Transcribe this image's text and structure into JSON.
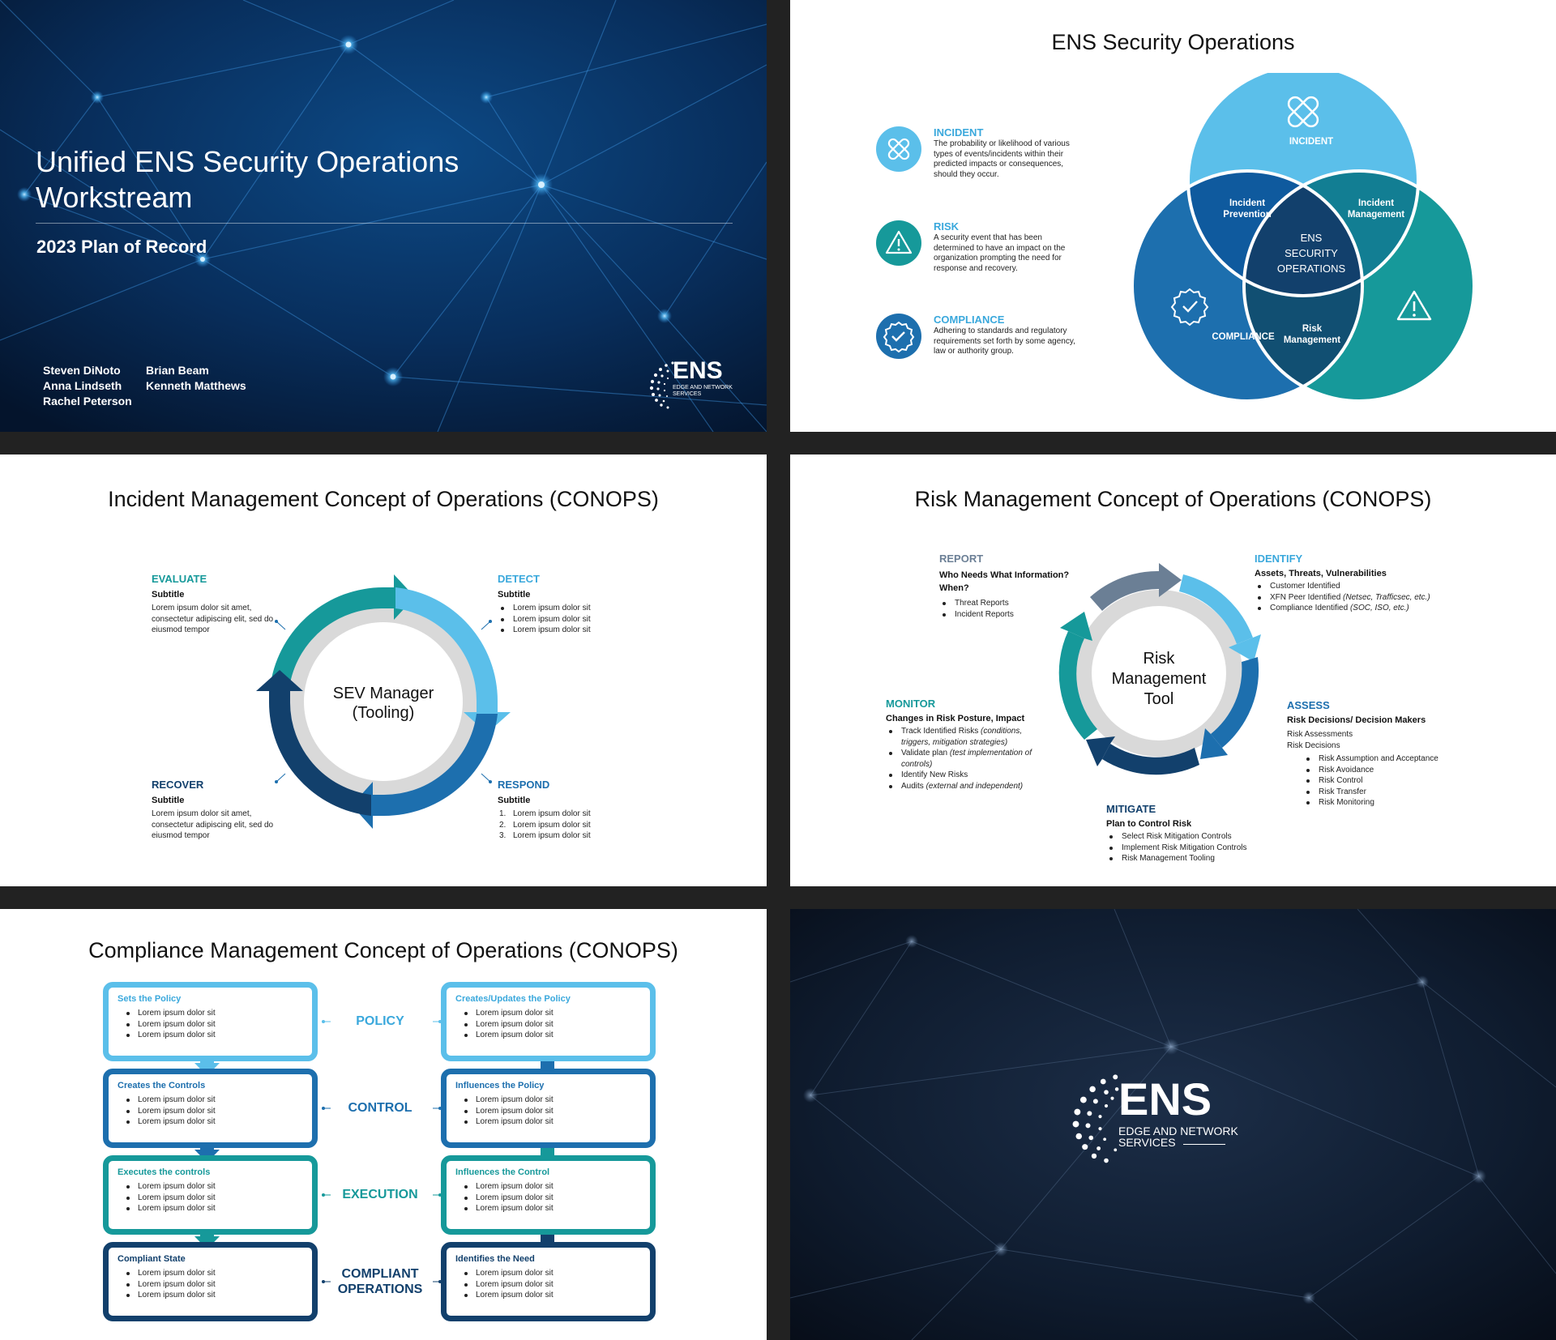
{
  "colors": {
    "light": "#5bbfea",
    "mid": "#1d6fae",
    "teal": "#16999a",
    "navy": "#12406c",
    "dark": "#0b2b4a",
    "gray": "#d9d9d9"
  },
  "slide1": {
    "title": "Unified ENS Security Operations Workstream",
    "subtitle": "2023 Plan of Record",
    "authors_col1": [
      "Steven DiNoto",
      "Anna Lindseth",
      "Rachel Peterson"
    ],
    "authors_col2": [
      "Brian Beam",
      "Kenneth Matthews"
    ],
    "logo": {
      "word": "ENS",
      "line1": "EDGE AND NETWORK",
      "line2": "SERVICES"
    }
  },
  "slide2": {
    "title": "ENS Security Operations",
    "items": [
      {
        "heading": "INCIDENT",
        "text": "The probability or likelihood of various types of events/incidents within their predicted impacts or consequences, should they occur.",
        "icon": "bandage-icon"
      },
      {
        "heading": "RISK",
        "text": "A security event that has been determined to have an impact on the organization prompting the need for response and recovery.",
        "icon": "warning-icon"
      },
      {
        "heading": "COMPLIANCE",
        "text": "Adhering to standards and regulatory requirements set forth by some agency, law or authority group.",
        "icon": "badge-check-icon"
      }
    ],
    "venn": {
      "top": "INCIDENT",
      "left": "COMPLIANCE",
      "right": "RISK",
      "ov_left": [
        "Incident",
        "Prevention"
      ],
      "ov_right": [
        "Incident",
        "Management"
      ],
      "ov_bottom": [
        "Risk",
        "Management"
      ],
      "center": [
        "ENS",
        "SECURITY",
        "OPERATIONS"
      ]
    }
  },
  "slide3": {
    "title": "Incident Management Concept of Operations (CONOPS)",
    "center": [
      "SEV Manager",
      "(Tooling)"
    ],
    "evaluate": {
      "phase": "EVALUATE",
      "sub": "Subtitle",
      "body": "Lorem ipsum dolor sit amet, consectetur adipiscing elit, sed do eiusmod tempor"
    },
    "detect": {
      "phase": "DETECT",
      "sub": "Subtitle",
      "items": [
        "Lorem ipsum dolor sit",
        "Lorem ipsum dolor sit",
        "Lorem ipsum dolor sit"
      ]
    },
    "recover": {
      "phase": "RECOVER",
      "sub": "Subtitle",
      "body": "Lorem ipsum dolor sit amet, consectetur adipiscing elit, sed do eiusmod tempor"
    },
    "respond": {
      "phase": "RESPOND",
      "sub": "Subtitle",
      "nums": [
        "1.",
        "2.",
        "3."
      ],
      "items": [
        "Lorem ipsum dolor sit",
        "Lorem ipsum dolor sit",
        "Lorem ipsum dolor sit"
      ]
    }
  },
  "slide4": {
    "title": "Risk Management Concept of Operations (CONOPS)",
    "center": [
      "Risk",
      "Management",
      "Tool"
    ],
    "report": {
      "phase": "REPORT",
      "sub": [
        "Who Needs What Information?",
        "When?"
      ],
      "items": [
        "Threat Reports",
        "Incident Reports"
      ]
    },
    "identify": {
      "phase": "IDENTIFY",
      "sub": "Assets, Threats, Vulnerabilities",
      "items": [
        {
          "t": "Customer Identified",
          "i": ""
        },
        {
          "t": "XFN Peer Identified ",
          "i": "(Netsec, Trafficsec, etc.)"
        },
        {
          "t": "Compliance Identified ",
          "i": "(SOC, ISO, etc.)"
        }
      ]
    },
    "monitor": {
      "phase": "MONITOR",
      "sub": "Changes in Risk Posture, Impact",
      "items": [
        {
          "t": "Track Identified Risks ",
          "i": "(conditions, triggers, mitigation strategies)"
        },
        {
          "t": "Validate plan ",
          "i": "(test implementation of controls)"
        },
        {
          "t": "Identify New Risks",
          "i": ""
        },
        {
          "t": "Audits ",
          "i": "(external and independent)"
        }
      ]
    },
    "assess": {
      "phase": "ASSESS",
      "sub": "Risk Decisions/ Decision Makers",
      "lines": [
        "Risk Assessments",
        "Risk Decisions"
      ],
      "items": [
        "Risk Assumption and Acceptance",
        "Risk Avoidance",
        "Risk Control",
        "Risk Transfer",
        "Risk Monitoring"
      ]
    },
    "mitigate": {
      "phase": "MITIGATE",
      "sub": "Plan to Control Risk",
      "items": [
        "Select Risk Mitigation Controls",
        "Implement Risk Mitigation Controls",
        "Risk Management Tooling"
      ]
    }
  },
  "slide5": {
    "title": "Compliance Management Concept of Operations (CONOPS)",
    "bullet": "Lorem ipsum dolor sit",
    "rows": [
      {
        "left": "Sets the Policy",
        "label": [
          "POLICY"
        ],
        "right": "Creates/Updates the Policy"
      },
      {
        "left": "Creates the Controls",
        "label": [
          "CONTROL"
        ],
        "right": "Influences the Policy"
      },
      {
        "left": "Executes the controls",
        "label": [
          "EXECUTION"
        ],
        "right": "Influences the Control"
      },
      {
        "left": "Compliant State",
        "label": [
          "COMPLIANT",
          "OPERATIONS"
        ],
        "right": "Identifies the Need"
      }
    ]
  },
  "slide6": {
    "logo": {
      "word": "ENS",
      "line1": "EDGE AND NETWORK",
      "line2": "SERVICES"
    }
  }
}
